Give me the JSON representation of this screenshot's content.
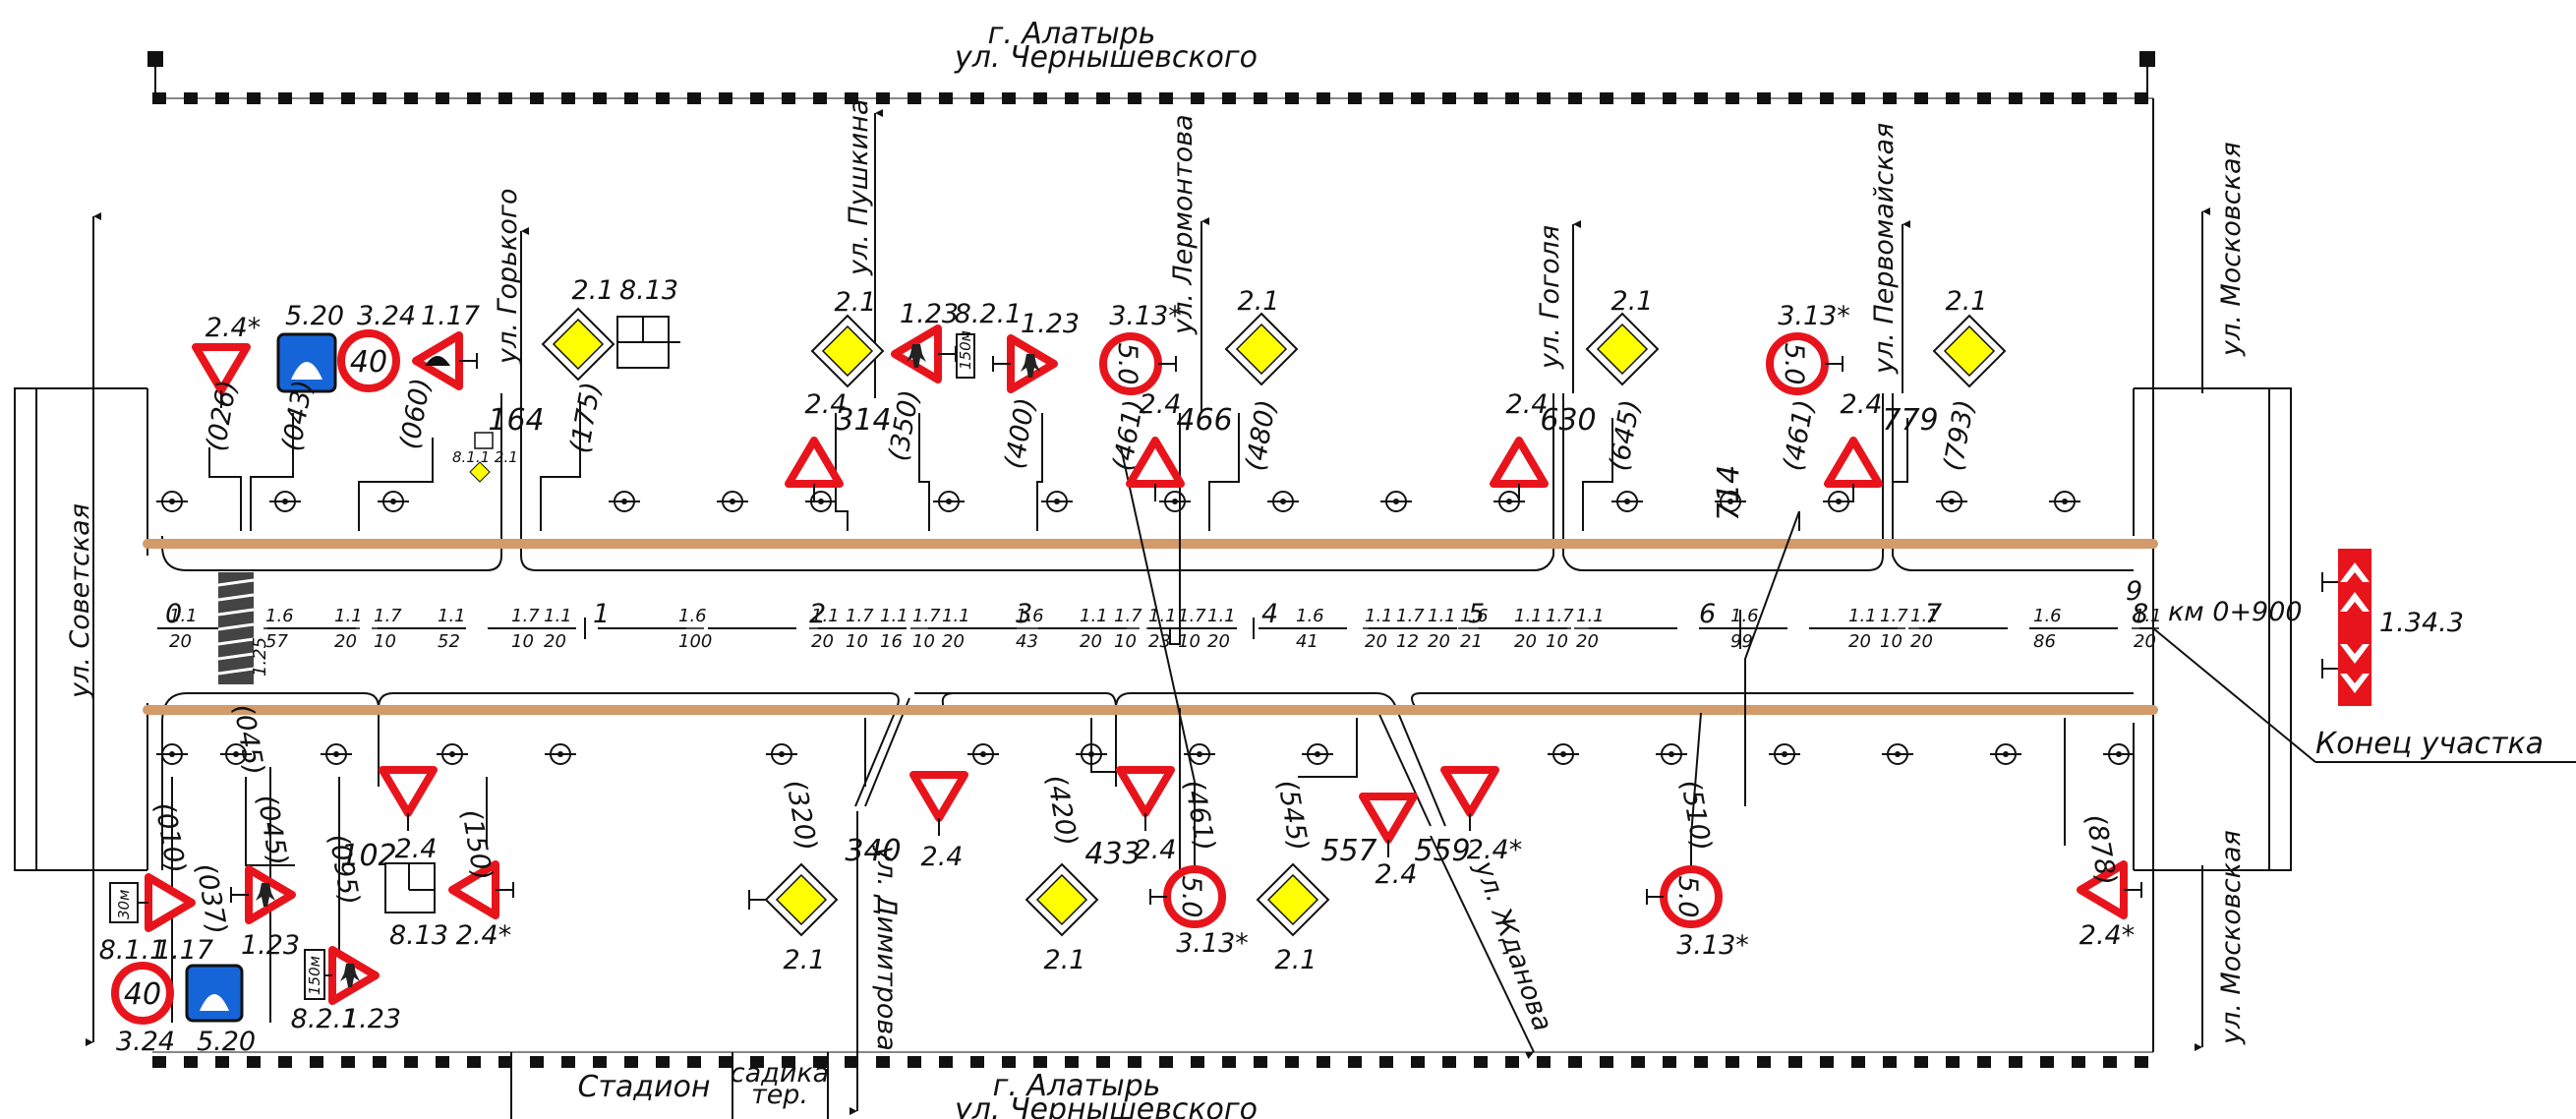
{
  "header": {
    "city": "г. Алатырь",
    "street": "ул. Чернышевского"
  },
  "footer": {
    "city": "г. Алатырь",
    "street": "ул. Чернышевского"
  },
  "bottom_block": {
    "stadium": "Стадион",
    "kindergarten_line1": "садика",
    "kindergarten_line2": "тер."
  },
  "streets": {
    "sovetskaya": "ул. Советская",
    "gorkogo": "ул. Горького",
    "pushkina": "ул. Пушкина",
    "lermontova": "ул. Лермонтова",
    "gogolya": "ул. Гоголя",
    "pervomayskaya": "ул. Первомайская",
    "moskovskaya_top": "ул. Московская",
    "moskovskaya_bottom": "ул. Московская",
    "dimitrova": "ул. Димитрова",
    "zhdanova": "ул. Жданова"
  },
  "end_of_section": {
    "km_label": "км 0+900",
    "sign": "1.34.3",
    "caption": "Конец участка"
  },
  "hundreds": [
    "0",
    "1",
    "2",
    "3",
    "4",
    "5",
    "6",
    "7",
    "8",
    "9"
  ],
  "road_marks": [
    {
      "top": "1.1",
      "bottom": "20"
    },
    {
      "top": "1.6",
      "bottom": "57"
    },
    {
      "top": "1.1",
      "bottom": "20"
    },
    {
      "top": "1.7",
      "bottom": "10"
    },
    {
      "top": "1.1",
      "bottom": "52"
    },
    {
      "top": "1.7",
      "bottom": "10"
    },
    {
      "top": "1.1",
      "bottom": "20"
    },
    {
      "top": "1.6",
      "bottom": "100"
    },
    {
      "top": "1.1",
      "bottom": "20"
    },
    {
      "top": "1.7",
      "bottom": "10"
    },
    {
      "top": "1.1",
      "bottom": "16"
    },
    {
      "top": "1.7",
      "bottom": "10"
    },
    {
      "top": "1.1",
      "bottom": "20"
    },
    {
      "top": "1.6",
      "bottom": "43"
    },
    {
      "top": "1.1",
      "bottom": "20"
    },
    {
      "top": "1.7",
      "bottom": "10"
    },
    {
      "top": "1.1",
      "bottom": "23"
    },
    {
      "top": "1.7",
      "bottom": "10"
    },
    {
      "top": "1.1",
      "bottom": "20"
    },
    {
      "top": "1.6",
      "bottom": "41"
    },
    {
      "top": "1.1",
      "bottom": "20"
    },
    {
      "top": "1.7",
      "bottom": "12"
    },
    {
      "top": "1.1",
      "bottom": "20"
    },
    {
      "top": "1.6",
      "bottom": "21"
    },
    {
      "top": "1.1",
      "bottom": "20"
    },
    {
      "top": "1.7",
      "bottom": "10"
    },
    {
      "top": "1.1",
      "bottom": "20"
    },
    {
      "top": "1.6",
      "bottom": "99"
    },
    {
      "top": "1.1",
      "bottom": "20"
    },
    {
      "top": "1.7",
      "bottom": "10"
    },
    {
      "top": "1.1",
      "bottom": "20"
    },
    {
      "top": "1.6",
      "bottom": "86"
    },
    {
      "top": "1.1",
      "bottom": "20"
    }
  ],
  "crossing_label": "1.25",
  "signs": {
    "s_026": {
      "code": "2.4*",
      "pos": "(026)"
    },
    "s_043a": {
      "code": "5.20",
      "pos": "(043)"
    },
    "s_043b": {
      "code": "3.24",
      "value": "40"
    },
    "s_060": {
      "code": "1.17",
      "pos": "(060)"
    },
    "s_ks": {
      "codes": "8.1.1 2.1"
    },
    "s_175": {
      "code": "2.1",
      "code2": "8.13",
      "pos": "(175)"
    },
    "s_314a": {
      "code": "2.1"
    },
    "s_314b": {
      "code": "2.4"
    },
    "s_350a": {
      "code": "1.23",
      "pos": "(350)"
    },
    "s_350b": {
      "code": "8.2.1",
      "plate": "150м"
    },
    "s_400": {
      "code": "1.23",
      "pos": "(400)"
    },
    "s_461a": {
      "code": "3.13*",
      "value": "5.0",
      "pos": "(461)"
    },
    "s_461b": {
      "code": "2.4"
    },
    "s_480": {
      "code": "2.1",
      "pos": "(480)"
    },
    "s_630": {
      "code": "2.4"
    },
    "s_645": {
      "code": "2.1",
      "pos": "(645)"
    },
    "s_761": {
      "code": "3.13*",
      "value": "5.0",
      "pos": "(461)"
    },
    "s_779": {
      "code": "2.4"
    },
    "s_793": {
      "code": "2.1",
      "pos": "(793)"
    },
    "b_010": {
      "code": "8.1.1",
      "code2": "1.17",
      "pos": "(010)",
      "plate": "30м"
    },
    "b_037": {
      "code": "3.24",
      "value": "40",
      "pos": "(037)"
    },
    "b_037b": {
      "code": "5.20"
    },
    "b_045": {
      "code": "1.23",
      "pos": "(045)",
      "pos2": "(045)"
    },
    "b_095": {
      "code": "8.2.1",
      "code2": "1.23",
      "pos": "(095)",
      "plate": "150м"
    },
    "b_102": {
      "code": "2.4",
      "code2": "8.13"
    },
    "b_150": {
      "code": "2.4*",
      "pos": "(150)"
    },
    "b_320": {
      "code": "2.1",
      "pos": "(320)"
    },
    "b_340": {
      "code": "2.4"
    },
    "b_420": {
      "code": "2.1",
      "pos": "(420)"
    },
    "b_433": {
      "code": "2.4"
    },
    "b_461": {
      "code": "3.13*",
      "value": "5.0",
      "pos": "(461)"
    },
    "b_545": {
      "code": "2.1",
      "pos": "(545)"
    },
    "b_557": {
      "code": "2.4"
    },
    "b_559": {
      "code": "2.4*"
    },
    "b_510": {
      "code": "3.13*",
      "value": "5.0",
      "pos": "(510)"
    },
    "b_878": {
      "code": "2.4*",
      "pos": "(878)"
    }
  },
  "distances_top": [
    "164",
    "314",
    "466",
    "630",
    "779",
    "714"
  ],
  "distances_bottom": [
    "102",
    "340",
    "433",
    "557",
    "559"
  ],
  "colors": {
    "warning_red": "#e8141c",
    "priority_yellow": "#ffff00",
    "info_blue": "#1565d8",
    "curb": "#d39a6a"
  }
}
